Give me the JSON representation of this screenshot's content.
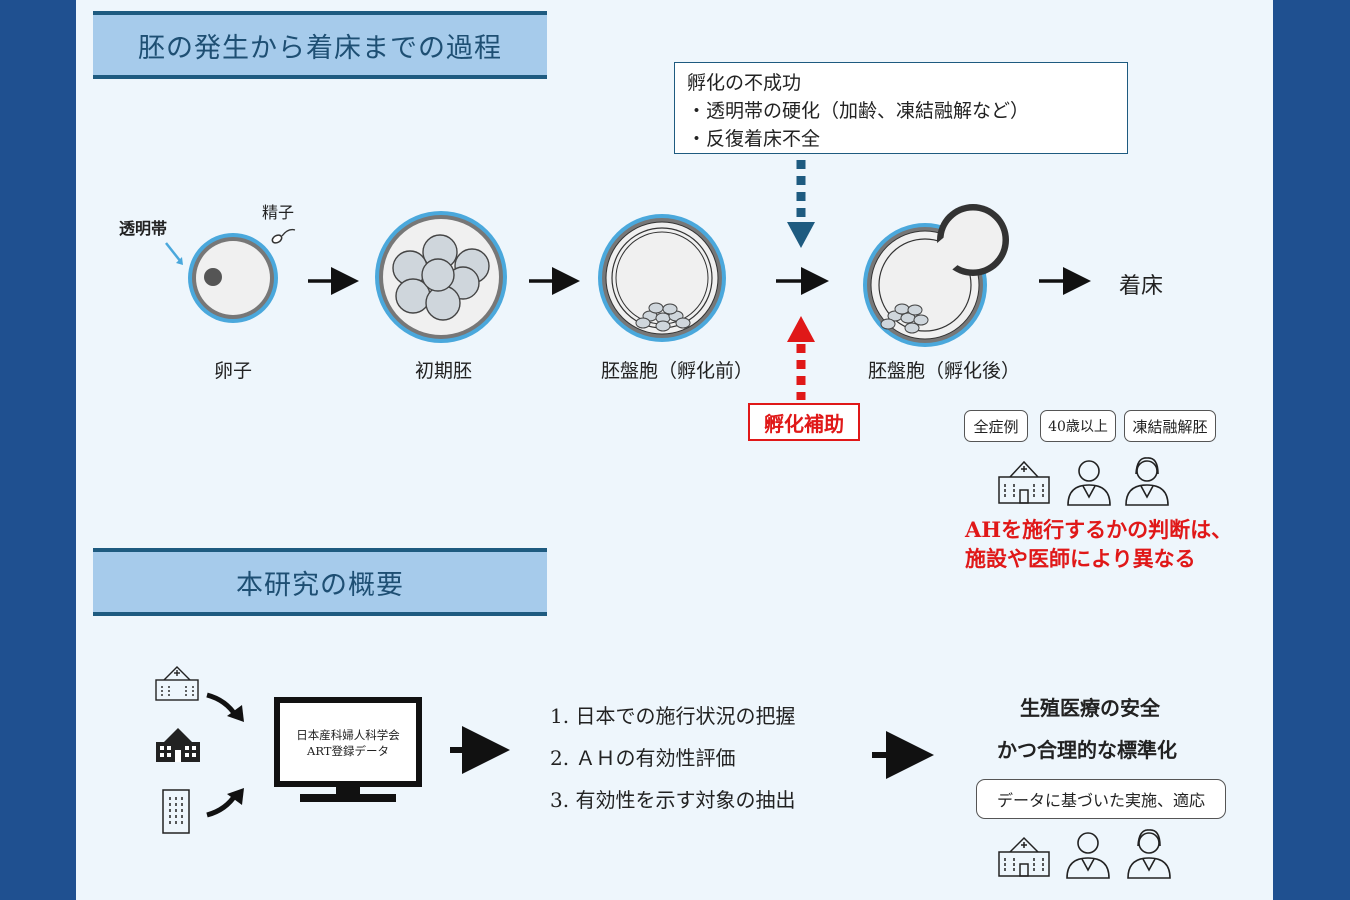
{
  "section1": {
    "title": "胚の発生から着床までの過程",
    "zona_label": "透明帯",
    "sperm_label": "精子",
    "stages": [
      "卵子",
      "初期胚",
      "胚盤胞（孵化前）",
      "胚盤胞（孵化後）"
    ],
    "end_label": "着床",
    "failure_box": {
      "title": "孵化の不成功",
      "lines": [
        "・透明帯の硬化（加齢、凍結融解など）",
        "・反復着床不全"
      ]
    },
    "assist_label": "孵化補助",
    "criteria": [
      "全症例",
      "40歳以上",
      "凍結融解胚"
    ],
    "judgement_lines": [
      "AHを施行するかの判断は、",
      "施設や医師により異なる"
    ]
  },
  "section2": {
    "title": "本研究の概要",
    "database_lines": [
      "日本産科婦人科学会",
      "ART登録データ"
    ],
    "aims": [
      "1. 日本での施行状況の把握",
      "2. ＡＨの有効性評価",
      "3. 有効性を示す対象の抽出"
    ],
    "goal_lines": [
      "生殖医療の安全",
      "かつ合理的な標準化"
    ],
    "evidence_bubble": "データに基づいた実施、適応"
  },
  "colors": {
    "background": "#1f5090",
    "panel": "#eef6fc",
    "heading_fill": "#a6cbeb",
    "heading_border": "#1e5b80",
    "zona_blue": "#4aa8dc",
    "accent_red": "#e01818"
  }
}
